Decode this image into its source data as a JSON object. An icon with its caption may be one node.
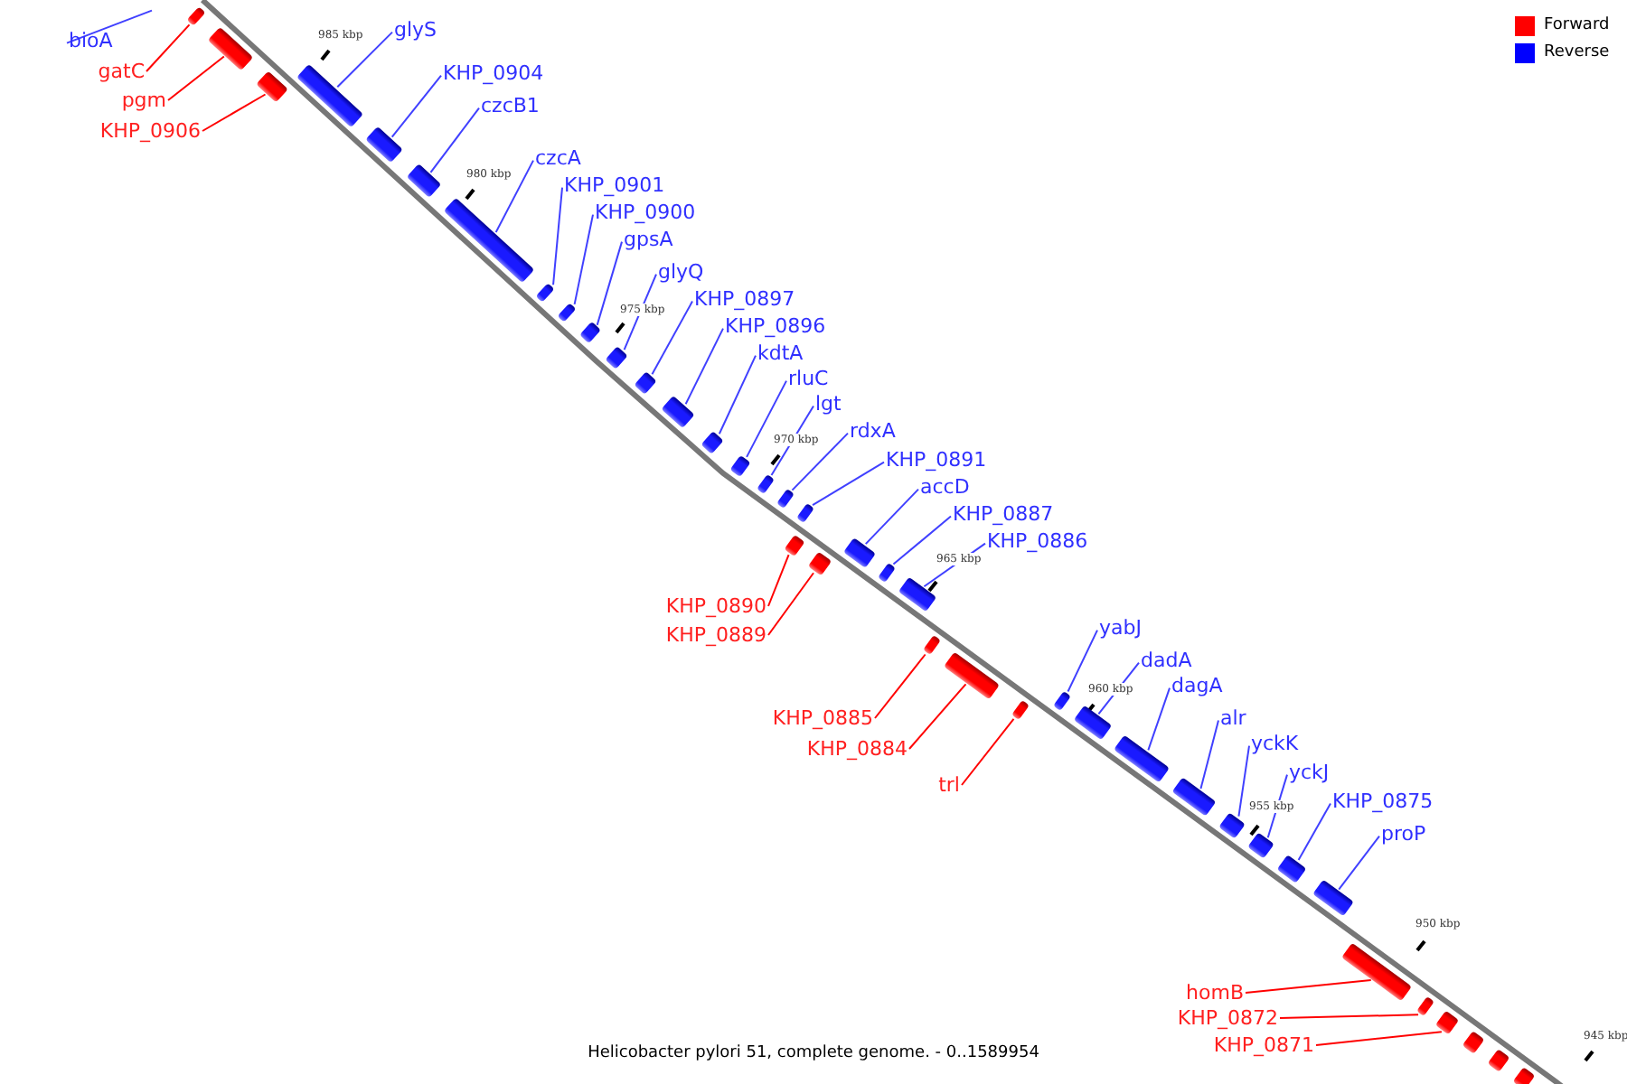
{
  "diagram": {
    "caption": "Helicobacter pylori 51, complete genome. - 0..1589954",
    "nodes": [
      {
        "text": [
          "bioA"
        ]
      },
      {
        "text": [
          "gatC"
        ]
      },
      {
        "text": [],
        "shape": "bar"
      },
      {
        "text": [
          "pgm"
        ]
      },
      {
        "text": [],
        "shape": "bar"
      },
      {
        "text": [
          "KHP_0906"
        ]
      },
      {
        "text": [],
        "shape": "bar"
      },
      {
        "text": [
          "glyS"
        ]
      },
      {
        "text": [],
        "shape": "bar"
      },
      {
        "text": [
          "KHP_0904"
        ]
      },
      {
        "text": [],
        "shape": "bar"
      },
      {
        "text": [
          "czcB1"
        ]
      },
      {
        "text": [],
        "shape": "bar"
      },
      {
        "text": [
          "czcA"
        ]
      },
      {
        "text": [],
        "shape": "bar"
      },
      {
        "text": [
          "KHP_0901"
        ]
      },
      {
        "text": [],
        "shape": "bar"
      },
      {
        "text": [
          "KHP_0900"
        ]
      },
      {
        "text": [],
        "shape": "bar"
      },
      {
        "text": [
          "gpsA"
        ]
      },
      {
        "text": [],
        "shape": "bar"
      },
      {
        "text": [
          "glyQ"
        ]
      },
      {
        "text": [],
        "shape": "bar"
      },
      {
        "text": [
          "KHP_0897"
        ]
      },
      {
        "text": [],
        "shape": "bar"
      },
      {
        "text": [
          "KHP_0896"
        ]
      },
      {
        "text": [],
        "shape": "bar"
      },
      {
        "text": [
          "kdtA"
        ]
      },
      {
        "text": [],
        "shape": "bar"
      },
      {
        "text": [
          "rluC"
        ]
      },
      {
        "text": [],
        "shape": "bar"
      },
      {
        "text": [
          "lgt"
        ]
      },
      {
        "text": [],
        "shape": "bar"
      },
      {
        "text": [
          "rdxA"
        ]
      },
      {
        "text": [],
        "shape": "bar"
      },
      {
        "text": [
          "KHP_0891"
        ]
      },
      {
        "text": [],
        "shape": "bar"
      },
      {
        "text": [
          "accD"
        ]
      },
      {
        "text": [],
        "shape": "bar"
      },
      {
        "text": [
          "KHP_0887"
        ]
      },
      {
        "text": [],
        "shape": "bar"
      },
      {
        "text": [
          "KHP_0886"
        ]
      },
      {
        "text": [],
        "shape": "bar"
      },
      {
        "text": [
          "KHP_0890"
        ]
      },
      {
        "text": [],
        "shape": "bar"
      },
      {
        "text": [
          "KHP_0889"
        ]
      },
      {
        "text": [],
        "shape": "bar"
      },
      {
        "text": [
          "KHP_0885"
        ]
      },
      {
        "text": [],
        "shape": "bar"
      },
      {
        "text": [
          "KHP_0884"
        ]
      },
      {
        "text": [],
        "shape": "bar"
      },
      {
        "text": [
          "trl"
        ]
      },
      {
        "text": [],
        "shape": "bar"
      },
      {
        "text": [
          "yabJ"
        ]
      },
      {
        "text": [],
        "shape": "bar"
      },
      {
        "text": [
          "dadA"
        ]
      },
      {
        "text": [],
        "shape": "bar"
      },
      {
        "text": [
          "dagA"
        ]
      },
      {
        "text": [],
        "shape": "bar"
      },
      {
        "text": [
          "alr"
        ]
      },
      {
        "text": [],
        "shape": "bar"
      },
      {
        "text": [
          "yckK"
        ]
      },
      {
        "text": [],
        "shape": "bar"
      },
      {
        "text": [
          "yckJ"
        ]
      },
      {
        "text": [],
        "shape": "bar"
      },
      {
        "text": [
          "KHP_0875"
        ]
      },
      {
        "text": [],
        "shape": "bar"
      },
      {
        "text": [
          "proP"
        ]
      },
      {
        "text": [],
        "shape": "bar"
      },
      {
        "text": [
          "homB"
        ]
      },
      {
        "text": [],
        "shape": "bar"
      },
      {
        "text": [
          "KHP_0872"
        ]
      },
      {
        "text": [],
        "shape": "bar"
      },
      {
        "text": [
          "KHP_0871"
        ]
      },
      {
        "text": [],
        "shape": "bar"
      },
      {
        "text": [],
        "shape": "bar"
      },
      {
        "text": [],
        "shape": "bar"
      },
      {
        "text": [],
        "shape": "bar"
      }
    ],
    "edges": [
      {
        "from": 0,
        "to": null,
        "arrow": "none"
      },
      {
        "from": 1,
        "to": 2,
        "arrow": "none",
        "color": "#ff0000"
      },
      {
        "from": 3,
        "to": 4,
        "arrow": "none",
        "color": "#ff0000"
      },
      {
        "from": 5,
        "to": 6,
        "arrow": "none",
        "color": "#ff0000"
      },
      {
        "from": 7,
        "to": 8,
        "arrow": "none"
      },
      {
        "from": 9,
        "to": 10,
        "arrow": "none"
      },
      {
        "from": 11,
        "to": 12,
        "arrow": "none"
      },
      {
        "from": 13,
        "to": 14,
        "arrow": "none"
      },
      {
        "from": 15,
        "to": 16,
        "arrow": "none"
      },
      {
        "from": 17,
        "to": 18,
        "arrow": "none"
      },
      {
        "from": 19,
        "to": 20,
        "arrow": "none"
      },
      {
        "from": 21,
        "to": 22,
        "arrow": "none"
      },
      {
        "from": 23,
        "to": 24,
        "arrow": "none"
      },
      {
        "from": 25,
        "to": 26,
        "arrow": "none"
      },
      {
        "from": 27,
        "to": 28,
        "arrow": "none"
      },
      {
        "from": 29,
        "to": 30,
        "arrow": "none"
      },
      {
        "from": 31,
        "to": 32,
        "arrow": "none"
      },
      {
        "from": 33,
        "to": 34,
        "arrow": "none"
      },
      {
        "from": 35,
        "to": 36,
        "arrow": "none"
      },
      {
        "from": 37,
        "to": 38,
        "arrow": "none"
      },
      {
        "from": 39,
        "to": 40,
        "arrow": "none"
      },
      {
        "from": 41,
        "to": 42,
        "arrow": "none"
      },
      {
        "from": 43,
        "to": 44,
        "arrow": "none",
        "color": "#ff0000"
      },
      {
        "from": 45,
        "to": 46,
        "arrow": "none",
        "color": "#ff0000"
      },
      {
        "from": 47,
        "to": 48,
        "arrow": "none",
        "color": "#ff0000"
      },
      {
        "from": 49,
        "to": 50,
        "arrow": "none",
        "color": "#ff0000"
      },
      {
        "from": 51,
        "to": 52,
        "arrow": "none",
        "color": "#ff0000"
      },
      {
        "from": 53,
        "to": 54,
        "arrow": "none"
      },
      {
        "from": 55,
        "to": 56,
        "arrow": "none"
      },
      {
        "from": 57,
        "to": 58,
        "arrow": "none"
      },
      {
        "from": 59,
        "to": 60,
        "arrow": "none"
      },
      {
        "from": 61,
        "to": 62,
        "arrow": "none"
      },
      {
        "from": 63,
        "to": 64,
        "arrow": "none"
      },
      {
        "from": 65,
        "to": 66,
        "arrow": "none"
      },
      {
        "from": 67,
        "to": 68,
        "arrow": "none"
      },
      {
        "from": 69,
        "to": 70,
        "arrow": "none",
        "color": "#ff0000"
      },
      {
        "from": 71,
        "to": 72,
        "arrow": "none",
        "color": "#ff0000"
      },
      {
        "from": 73,
        "to": 74,
        "arrow": "none",
        "color": "#ff0000"
      }
    ],
    "labels": [
      "985 kbp",
      "980 kbp",
      "975 kbp",
      "970 kbp",
      "965 kbp",
      "960 kbp",
      "955 kbp",
      "950 kbp",
      "945 kbp"
    ],
    "legend": [
      {
        "text": "Forward",
        "color": "#ff0000"
      },
      {
        "text": "Reverse",
        "color": "#0000ff"
      }
    ]
  }
}
